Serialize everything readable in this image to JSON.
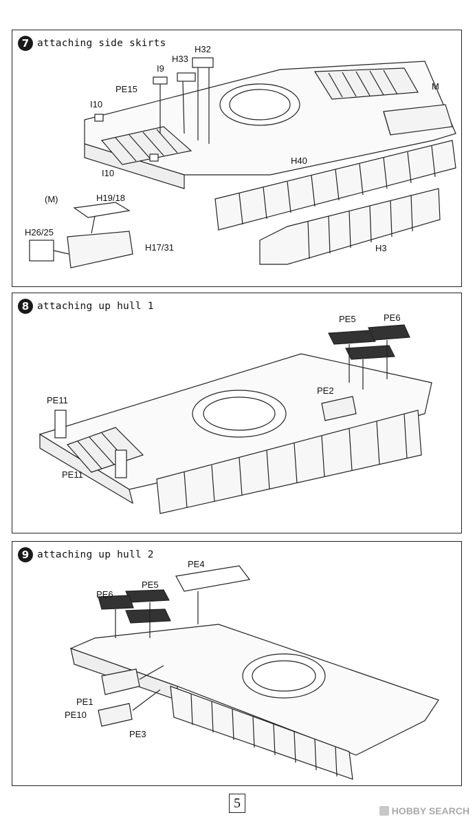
{
  "steps": [
    {
      "number": "7",
      "title": "attaching side skirts",
      "labels": {
        "h32": "H32",
        "h33": "H33",
        "i9": "I9",
        "pe15": "PE15",
        "i10a": "I10",
        "i10b": "I10",
        "m": "M",
        "h40": "H40",
        "h3": "H3",
        "inset": "(M)",
        "h19": "H19/18",
        "h26": "H26/25",
        "h17": "H17/31"
      }
    },
    {
      "number": "8",
      "title": "attaching up hull 1",
      "labels": {
        "pe5": "PE5",
        "pe6": "PE6",
        "pe2": "PE2",
        "pe11a": "PE11",
        "pe11b": "PE11"
      }
    },
    {
      "number": "9",
      "title": "attaching up hull 2",
      "labels": {
        "pe4": "PE4",
        "pe6": "PE6",
        "pe5": "PE5",
        "pe1": "PE1",
        "pe10": "PE10",
        "pe3": "PE3"
      }
    }
  ],
  "page_number": "5",
  "watermark": "HOBBY SEARCH"
}
